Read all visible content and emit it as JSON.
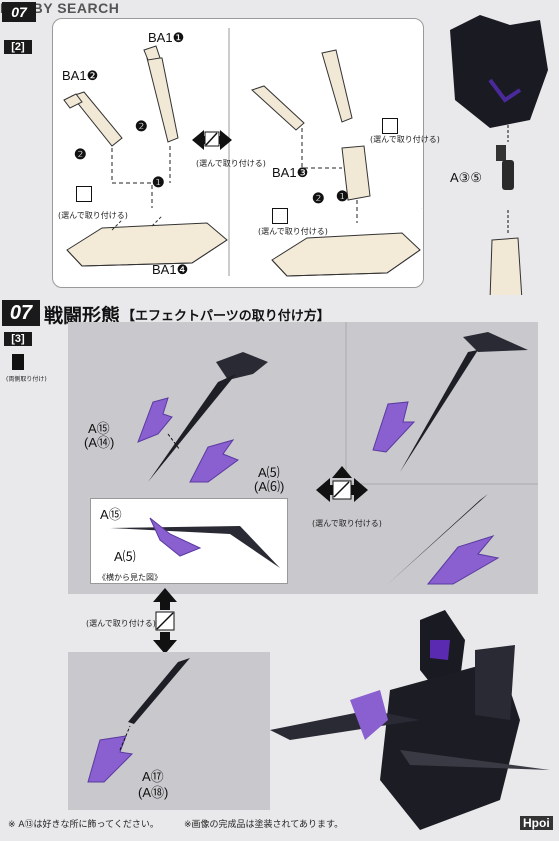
{
  "header": {
    "watermark": "HOBBY SEARCH"
  },
  "step_top": {
    "sub_number": "[2]",
    "part_labels": {
      "ba1_1": "BA1❶",
      "ba1_2": "BA1❷",
      "ba1_3": "BA1❸",
      "ba1_4": "BA1❹",
      "a35": "A③⑤"
    },
    "marks": {
      "one": "❶",
      "two": "❷"
    },
    "choose_attach": "(選んで取り付ける)",
    "choose_attach_short": "(選んで取り付ける)"
  },
  "step_07": {
    "number": "07",
    "title": "戦闘形態",
    "subtitle": "【エフェクトパーツの取り付け方】",
    "sub_number": "[3]",
    "both_sides": "(両側取り付け)",
    "part_labels": {
      "a15": "A⑮",
      "a14": "(A⑭)",
      "a25": "A⑸",
      "a26": "(A⑹)",
      "a25_inset": "A⑸",
      "a15_inset": "A⑮",
      "a17": "A⑰",
      "a18": "(A⑱)"
    },
    "side_view_caption": "《横から見た図》",
    "choose_attach_mid": "(選んで取り付ける)",
    "choose_attach_low": "(選んで取り付ける)"
  },
  "footer": {
    "note1": "※ A⑬は好きな所に飾ってください。",
    "note2": "※画像の完成品は塗装されてあります。",
    "signature": "Hpoi"
  },
  "colors": {
    "effect_purple": "#8a5fd0",
    "dark_blade": "#2a2a34",
    "grey_panel": "#c9c9cd",
    "stand_cream": "#f4ead8"
  }
}
